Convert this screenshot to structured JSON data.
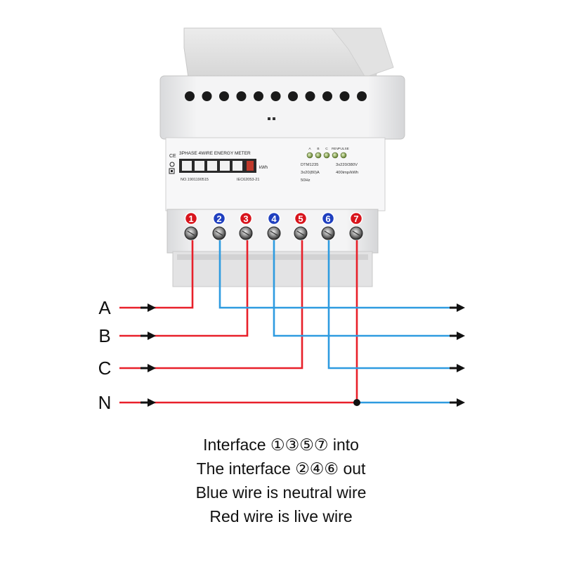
{
  "meter": {
    "title": "3PHASE 4WIRE ENERGY METER",
    "kwh_unit": "kWh",
    "serial": "NO.1901190515",
    "standard": "IEC62053-21",
    "model": "DTM1235",
    "voltage": "3x220/380V",
    "current": "3x20(80)A",
    "constant": "400imp/kWh",
    "frequency": "50Hz",
    "indicator_labels": [
      "A",
      "B",
      "C",
      "REV",
      "PULSE"
    ]
  },
  "terminals": [
    "1",
    "2",
    "3",
    "4",
    "5",
    "6",
    "7"
  ],
  "lines": [
    "A",
    "B",
    "C",
    "N"
  ],
  "colors": {
    "live": "#e8202a",
    "neutral": "#2e9be0",
    "blue_label": "#1f3fbf",
    "red_label": "#d8141c"
  },
  "caption": [
    "Interface ①③⑤⑦ into",
    "The interface ②④⑥ out",
    "Blue wire is neutral wire",
    "Red wire is live wire"
  ]
}
